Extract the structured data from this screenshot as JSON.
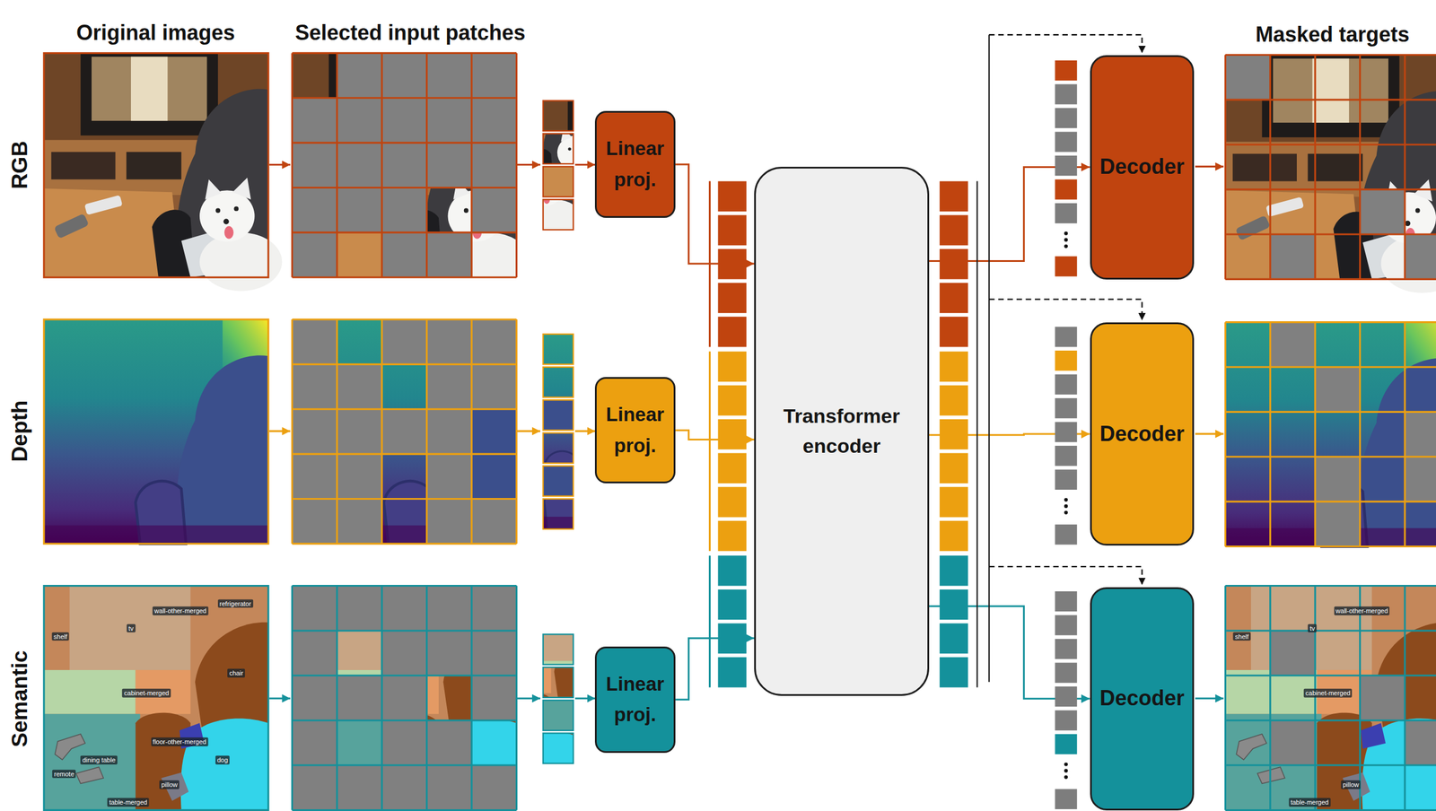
{
  "diagram": {
    "nodes": [
      {
        "text": [
          "Linear proj."
        ]
      },
      {
        "text": [
          "Linear proj."
        ]
      },
      {
        "text": [
          "Linear proj."
        ]
      },
      {
        "text": [
          "Transformer encoder"
        ]
      },
      {
        "text": [
          "Decoder"
        ]
      },
      {
        "text": [
          "Decoder"
        ]
      },
      {
        "text": [
          "Decoder"
        ]
      }
    ],
    "edges": [
      {
        "from": 0,
        "to": 3,
        "arrow": "to"
      },
      {
        "from": 1,
        "to": 3,
        "arrow": "to"
      },
      {
        "from": 2,
        "to": 3,
        "arrow": "to"
      },
      {
        "from": 3,
        "to": 4,
        "arrow": "to"
      },
      {
        "from": 3,
        "to": 5,
        "arrow": "to"
      },
      {
        "from": 3,
        "to": 6,
        "arrow": "to"
      }
    ],
    "labels": [
      "Original images",
      "Selected input patches",
      "Masked targets",
      "RGB",
      "Depth",
      "Semantic",
      "wall-other-merged",
      "refrigerator",
      "shelf",
      "tv",
      "chair",
      "cabinet-merged",
      "floor-other-merged",
      "dog",
      "dining table",
      "remote",
      "pillow",
      "table-merged",
      "wall-other-merged",
      "shelf",
      "tv",
      "cabinet-merged",
      "pillow",
      "table-merged"
    ]
  }
}
